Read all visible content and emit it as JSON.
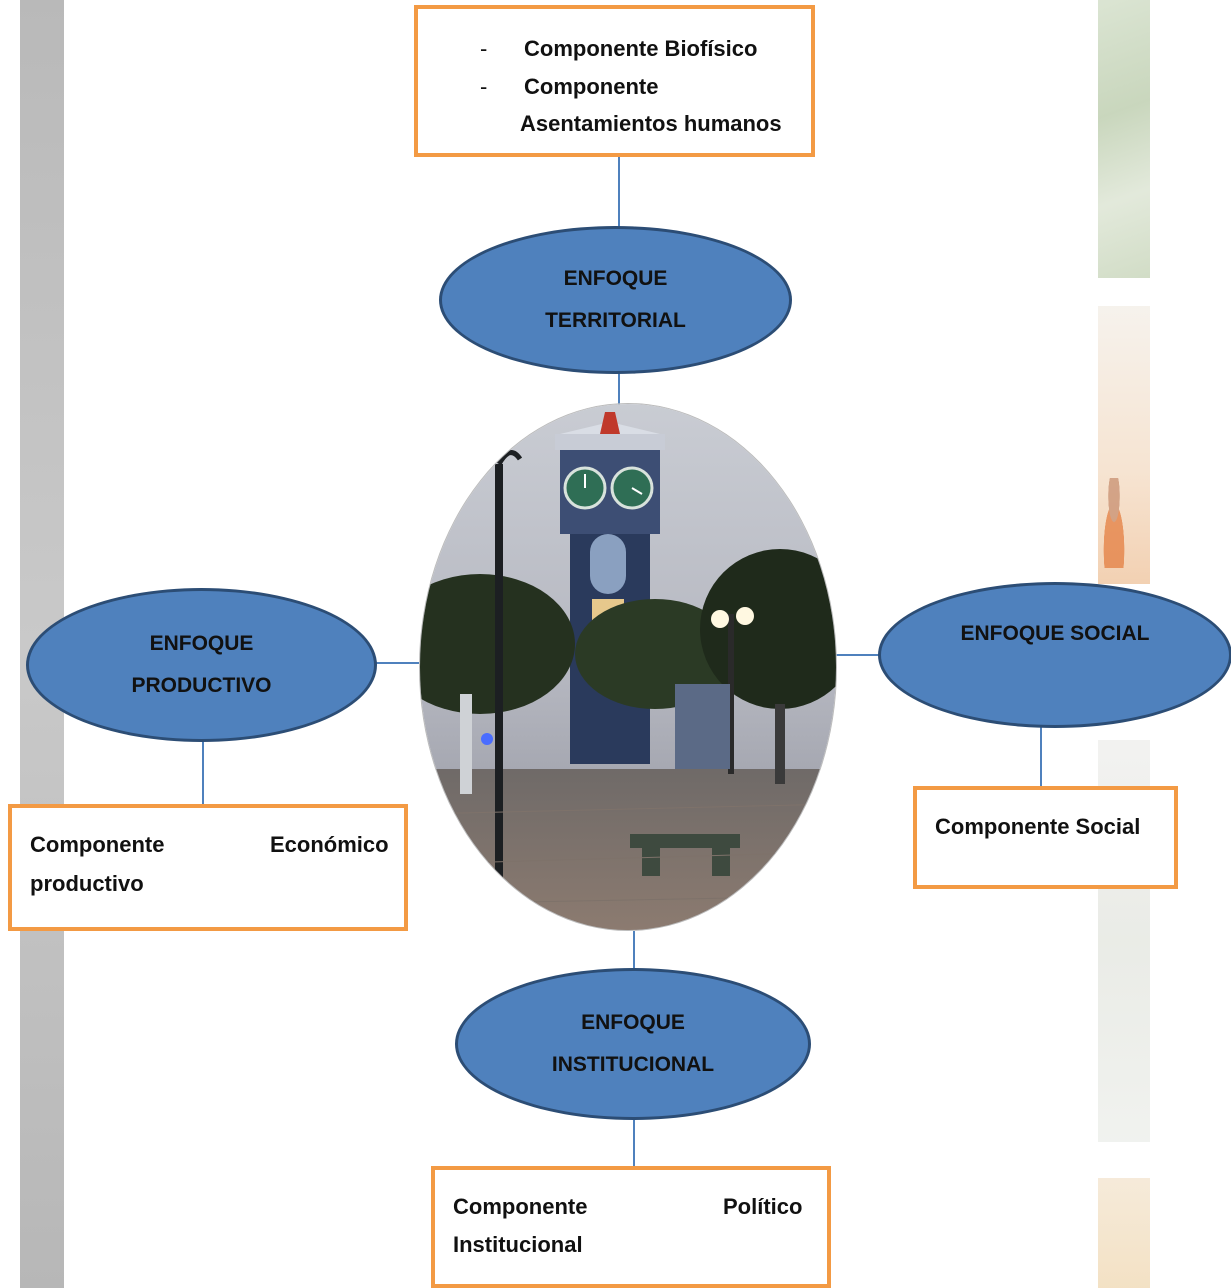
{
  "top_box": {
    "line1": "Componente Biofísico",
    "line2": "Componente",
    "line3": "Asentamientos humanos",
    "dash": "-"
  },
  "nodes": {
    "territorial": {
      "line1": "ENFOQUE",
      "line2": "TERRITORIAL"
    },
    "productivo": {
      "line1": "ENFOQUE",
      "line2": "PRODUCTIVO"
    },
    "social": {
      "line1": "ENFOQUE SOCIAL"
    },
    "institucional": {
      "line1": "ENFOQUE",
      "line2": "INSTITUCIONAL"
    }
  },
  "boxes": {
    "economico": {
      "word1": "Componente",
      "word2": "Económico",
      "line2": "productivo"
    },
    "social": {
      "text": "Componente Social"
    },
    "politico": {
      "word1": "Componente",
      "word2": "Político",
      "line2": "Institucional"
    }
  },
  "colors": {
    "oval_fill": "#4f81bd",
    "oval_border": "#2c4d75",
    "box_border": "#f39a44",
    "connector": "#4f81bd"
  }
}
